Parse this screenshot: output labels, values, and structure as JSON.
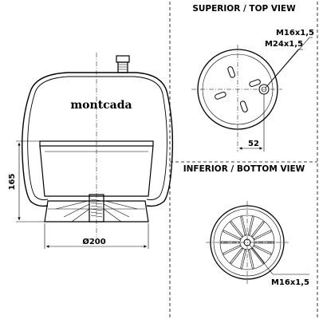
{
  "views": {
    "top_title": "SUPERIOR / TOP VIEW",
    "bottom_title": "INFERIOR / BOTTOM VIEW"
  },
  "brand": "montcada",
  "dimensions": {
    "height": "165",
    "diameter": "Ø200",
    "top_offset": "52",
    "top_thread_a": "M16x1,5",
    "top_thread_b": "M24x1,5",
    "bottom_thread": "M16x1,5"
  }
}
